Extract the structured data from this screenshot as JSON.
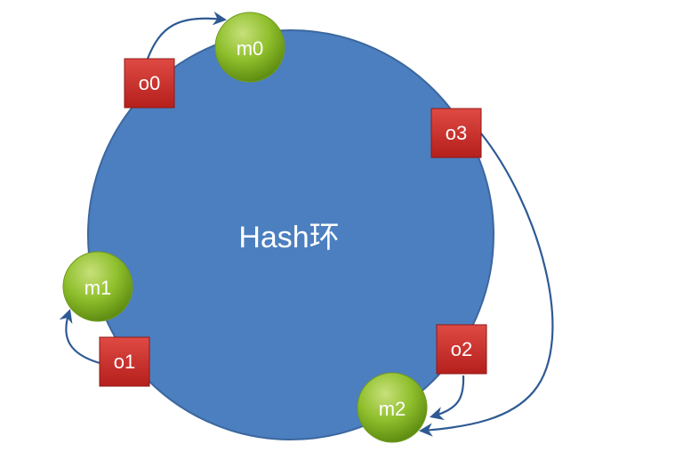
{
  "ring": {
    "label": "Hash环",
    "color": "#4c7fc0",
    "stroke": "#3c679e"
  },
  "machines": [
    {
      "label": "m0",
      "color": "#8fbf2c"
    },
    {
      "label": "m1",
      "color": "#8fbf2c"
    },
    {
      "label": "m2",
      "color": "#8fbf2c"
    }
  ],
  "objects": [
    {
      "label": "o0",
      "color": "#cf2a27"
    },
    {
      "label": "o1",
      "color": "#cf2a27"
    },
    {
      "label": "o2",
      "color": "#cf2a27"
    },
    {
      "label": "o3",
      "color": "#cf2a27"
    }
  ],
  "arrow_color": "#2e5a94"
}
